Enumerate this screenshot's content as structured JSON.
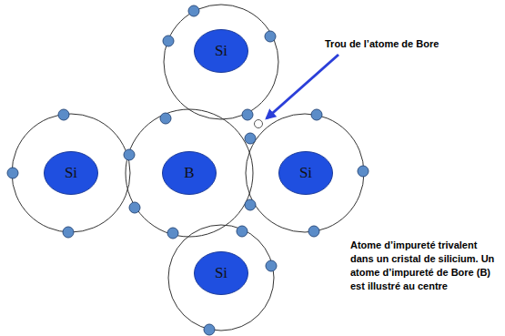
{
  "diagram": {
    "caption": "Atome d’impureté trivalent dans un cristal de silicium. Un atome d’impureté de Bore (B) est illustré au centre",
    "nodes": [
      {
        "text": [
          "Si"
        ]
      },
      {
        "text": [
          "Si"
        ]
      },
      {
        "text": [
          "B"
        ]
      },
      {
        "text": [
          "Si"
        ]
      },
      {
        "text": [
          "Si"
        ]
      }
    ],
    "labels": [
      "Trou de l’atome de Bore"
    ]
  }
}
